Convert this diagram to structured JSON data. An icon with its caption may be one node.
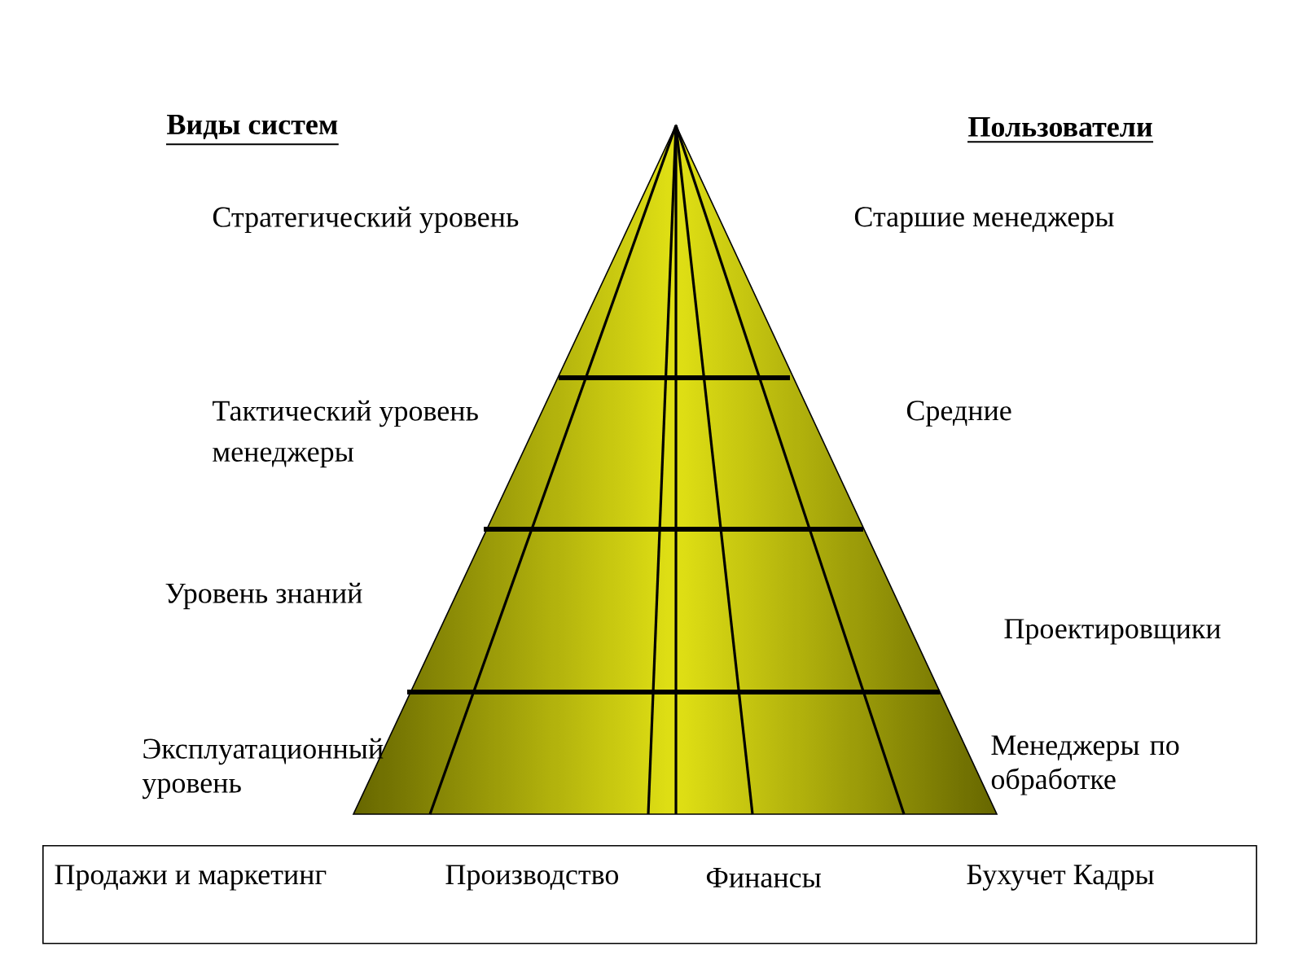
{
  "diagram": {
    "nodes": [
      {
        "text": [
          "Продажи и маркетинг",
          "Производство",
          "Финансы",
          "Бухучет Кадры"
        ]
      }
    ],
    "edges": [],
    "labels": [
      "Виды систем",
      "Пользователи",
      "Стратегический уровень",
      "Старшие менеджеры",
      "Тактический уровень",
      "Средние",
      "менеджеры",
      "Уровень знаний",
      "Проектировщики",
      "Эксплуатационный уровень",
      "Менеджеры по обработке"
    ]
  }
}
